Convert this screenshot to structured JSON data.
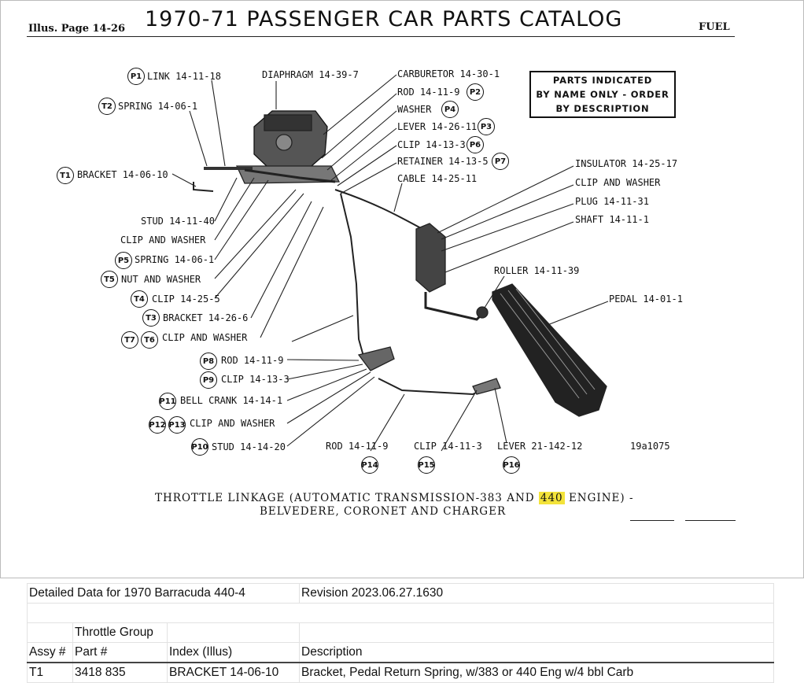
{
  "header": {
    "illus_page": "Illus. Page 14-26",
    "title": "1970-71 PASSENGER CAR PARTS CATALOG",
    "section": "FUEL"
  },
  "parts_box": {
    "line1": "PARTS INDICATED",
    "line2": "BY NAME ONLY - ORDER",
    "line3": "BY DESCRIPTION"
  },
  "labels": {
    "link": "LINK 14-11-18",
    "spring1": "SPRING 14-06-1",
    "bracket1": "BRACKET 14-06-10",
    "stud1": "STUD 14-11-40",
    "clipwasher1": "CLIP AND WASHER",
    "spring2": "SPRING 14-06-1",
    "nutwasher": "NUT AND WASHER",
    "clip1": "CLIP 14-25-5",
    "bracket2": "BRACKET 14-26-6",
    "clipwasher2": "CLIP AND WASHER",
    "rod1": "ROD 14-11-9",
    "clip2": "CLIP 14-13-3",
    "bellcrank": "BELL CRANK 14-14-1",
    "clipwasher3": "CLIP AND WASHER",
    "stud2": "STUD 14-14-20",
    "diaphragm": "DIAPHRAGM 14-39-7",
    "carburetor": "CARBURETOR 14-30-1",
    "rod2": "ROD 14-11-9",
    "washer": "WASHER",
    "lever1": "LEVER 14-26-11",
    "clip3": "CLIP 14-13-3",
    "retainer": "RETAINER 14-13-5",
    "cable": "CABLE 14-25-11",
    "insulator": "INSULATOR 14-25-17",
    "clipwasher4": "CLIP AND WASHER",
    "plug": "PLUG 14-11-31",
    "shaft": "SHAFT 14-11-1",
    "roller": "ROLLER 14-11-39",
    "pedal": "PEDAL 14-01-1",
    "rod3": "ROD 14-11-9",
    "clip4": "CLIP 14-11-3",
    "lever2": "LEVER 21-142-12",
    "drawing_no": "19a1075"
  },
  "badges": {
    "p1": "P1",
    "p2": "P2",
    "p3": "P3",
    "p4": "P4",
    "p5": "P5",
    "p6": "P6",
    "p7": "P7",
    "p8": "P8",
    "p9": "P9",
    "p10": "P10",
    "p11": "P11",
    "p12": "P12",
    "p13": "P13",
    "p14": "P14",
    "p15": "P15",
    "p16": "P16",
    "t1": "T1",
    "t2": "T2",
    "t3": "T3",
    "t4": "T4",
    "t5": "T5",
    "t6": "T6",
    "t7": "T7"
  },
  "caption": {
    "line1_a": "THROTTLE LINKAGE (AUTOMATIC TRANSMISSION-383 AND",
    "line1_hl": "440",
    "line1_b": "ENGINE) -",
    "line2": "BELVEDERE, CORONET AND CHARGER"
  },
  "table": {
    "title": "Detailed Data for 1970 Barracuda 440-4",
    "revision": "Revision 2023.06.27.1630",
    "group": "Throttle Group",
    "columns": [
      "Assy #",
      "Part #",
      "Index (Illus)",
      "Description"
    ],
    "rows": [
      [
        "T1",
        "3418 835",
        "BRACKET 14-06-10",
        "Bracket, Pedal Return Spring, w/383 or 440 Eng w/4 bbl Carb"
      ]
    ]
  }
}
